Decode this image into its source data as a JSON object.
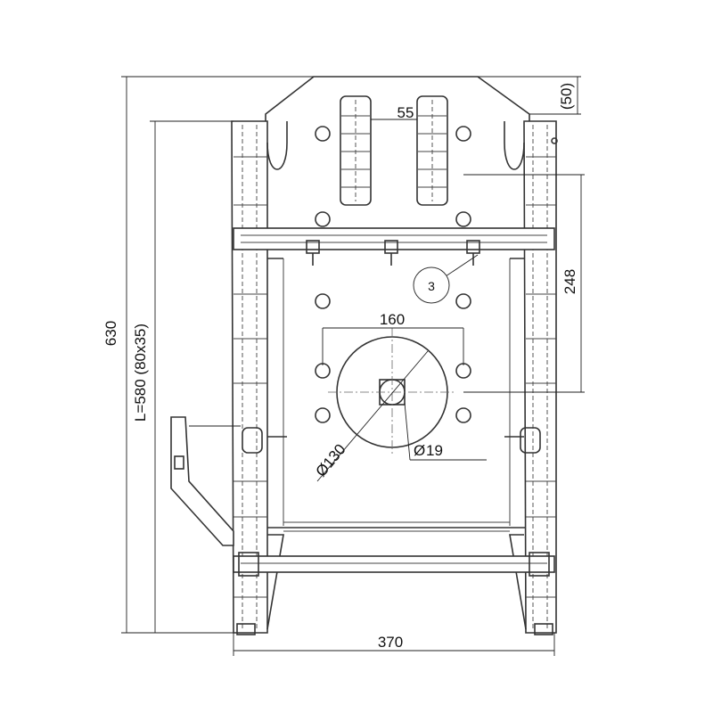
{
  "drawing": {
    "dimensions": {
      "overall_height": "630",
      "rail_length": "L=580 (80x35)",
      "top_offset": "(50)",
      "slot_spacing": "55",
      "hole_pattern_height": "248",
      "hole_pattern_width": "160",
      "disc_diameter": "130",
      "bore_diameter": "19",
      "overall_width": "370"
    },
    "callouts": {
      "part_number": "3"
    },
    "symbols": {
      "diameter": "Ø"
    },
    "colors": {
      "line": "#333333",
      "background": "#ffffff"
    }
  }
}
